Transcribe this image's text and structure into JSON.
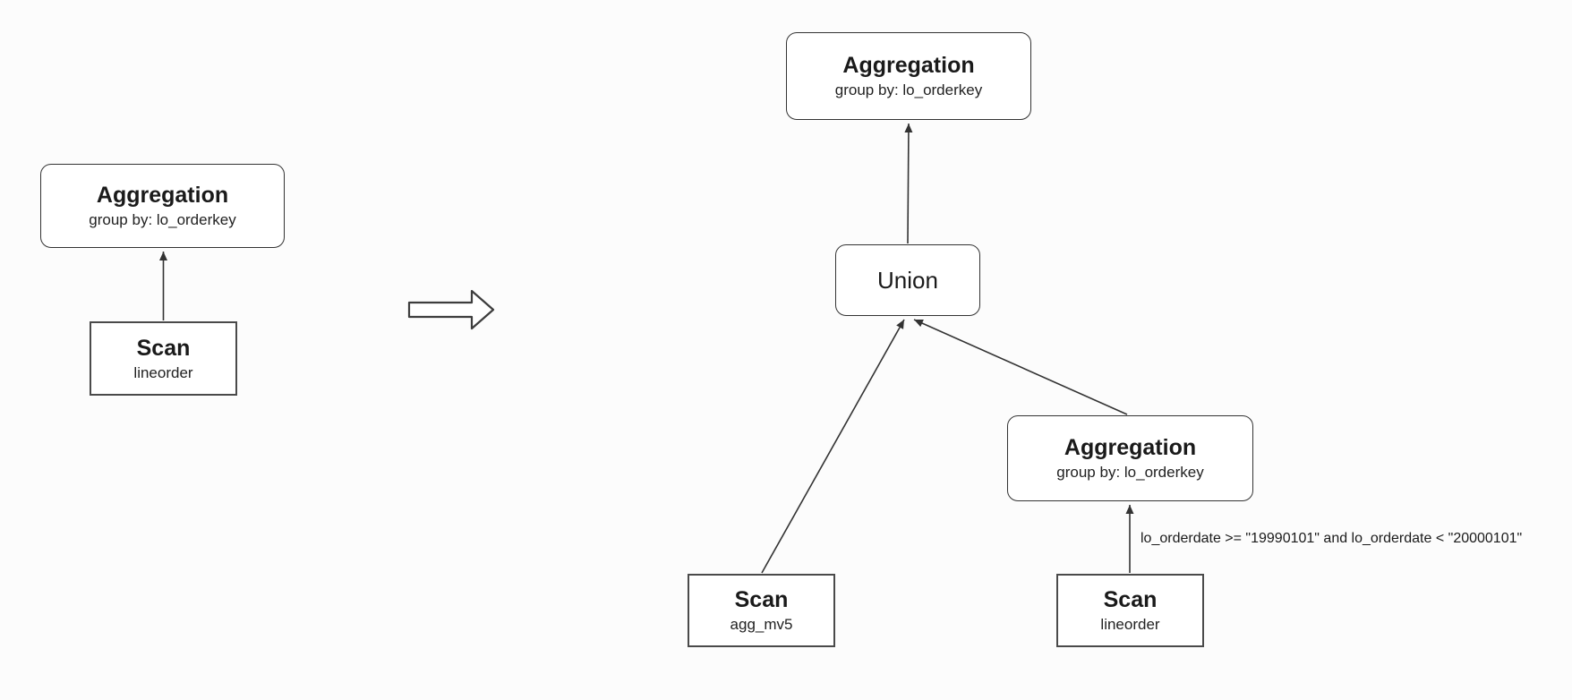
{
  "colors": {
    "background": "#fcfcfc",
    "node_fill": "#ffffff",
    "stroke": "#333333",
    "text": "#1a1a1a"
  },
  "icons": {
    "transform_arrow": "hollow-right-arrow"
  },
  "before": {
    "aggregation": {
      "title": "Aggregation",
      "subtitle": "group by: lo_orderkey"
    },
    "scan": {
      "title": "Scan",
      "subtitle": "lineorder"
    }
  },
  "after": {
    "aggregation_top": {
      "title": "Aggregation",
      "subtitle": "group by: lo_orderkey"
    },
    "union": {
      "title": "Union"
    },
    "aggregation_right": {
      "title": "Aggregation",
      "subtitle": "group by: lo_orderkey"
    },
    "scan_agg_mv5": {
      "title": "Scan",
      "subtitle": "agg_mv5"
    },
    "scan_lineorder": {
      "title": "Scan",
      "subtitle": "lineorder"
    },
    "filter_edge_label": "lo_orderdate >= \"19990101\" and lo_orderdate < \"20000101\""
  }
}
